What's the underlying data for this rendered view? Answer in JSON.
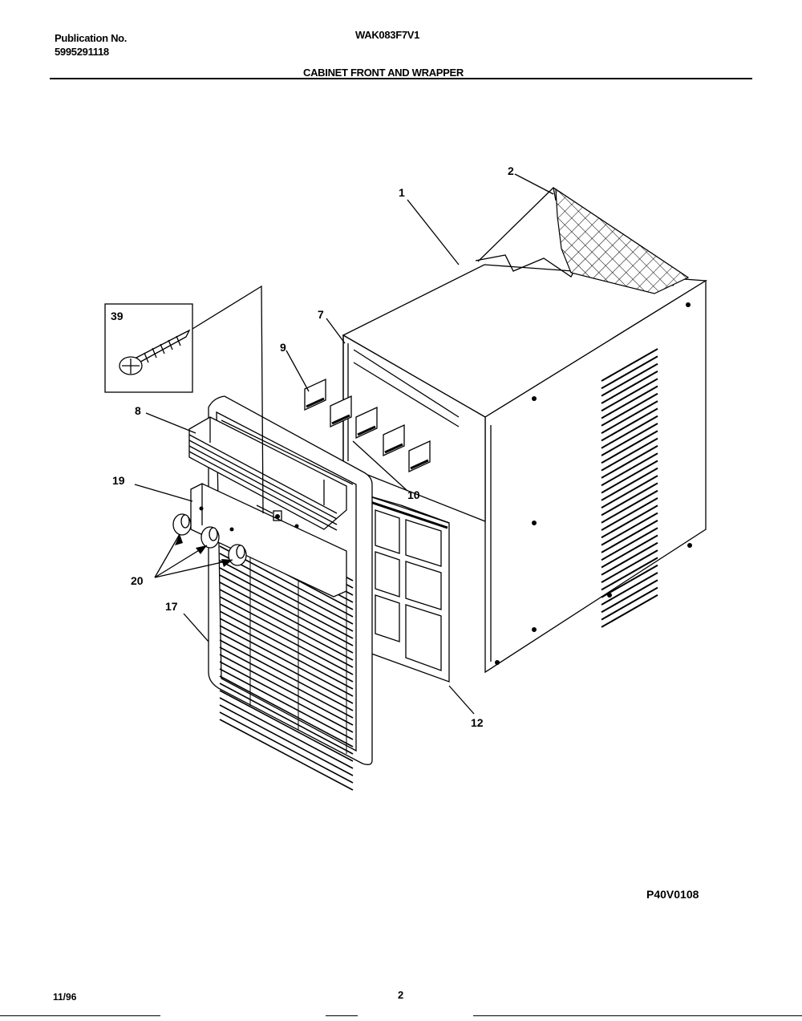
{
  "header": {
    "publication_label": "Publication No.",
    "publication_number": "5995291118",
    "model": "WAK083F7V1",
    "section_title": "CABINET FRONT AND WRAPPER"
  },
  "diagram": {
    "callouts": {
      "p1": "1",
      "p2": "2",
      "p7": "7",
      "p8": "8",
      "p9": "9",
      "p10": "10",
      "p12": "12",
      "p17": "17",
      "p19": "19",
      "p20": "20",
      "p39": "39"
    },
    "figure_code": "P40V0108"
  },
  "footer": {
    "date": "11/96",
    "page_number": "2"
  }
}
